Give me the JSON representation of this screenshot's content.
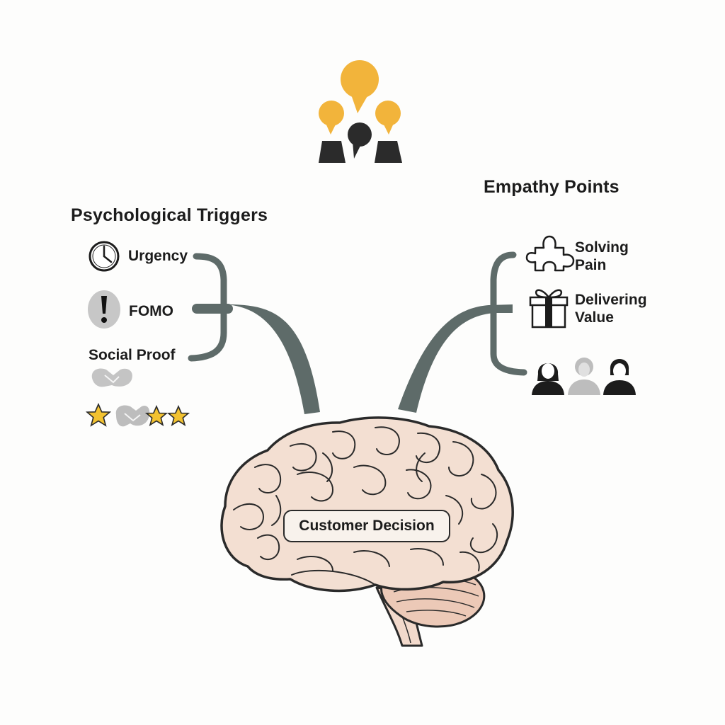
{
  "left_group": {
    "heading": "Psychological Triggers",
    "items": [
      {
        "label": "Urgency",
        "icon": "clock-icon"
      },
      {
        "label": "FOMO",
        "icon": "exclamation-icon"
      },
      {
        "label": "Social Proof",
        "icon": "handshake-icon"
      }
    ],
    "rating_icons": [
      "star-icon",
      "handshake-icon",
      "star-icon",
      "star-icon"
    ]
  },
  "right_group": {
    "heading": "Empathy Points",
    "items": [
      {
        "label_line1": "Solving",
        "label_line2": "Pain",
        "icon": "puzzle-piece-icon"
      },
      {
        "label_line1": "Delivering",
        "label_line2": "Value",
        "icon": "gift-icon"
      },
      {
        "icon": "people-group-icon"
      }
    ]
  },
  "top_icon": "people-speech-bubbles-icon",
  "center": {
    "label": "Customer Decision",
    "icon": "brain-icon"
  },
  "colors": {
    "connector": "#5e6b69",
    "bubble": "#f2b43b",
    "star": "#f2c230",
    "brain_fill": "#f3dfd2",
    "outline": "#2a2a2a",
    "muted_gray": "#b5b5b5"
  }
}
